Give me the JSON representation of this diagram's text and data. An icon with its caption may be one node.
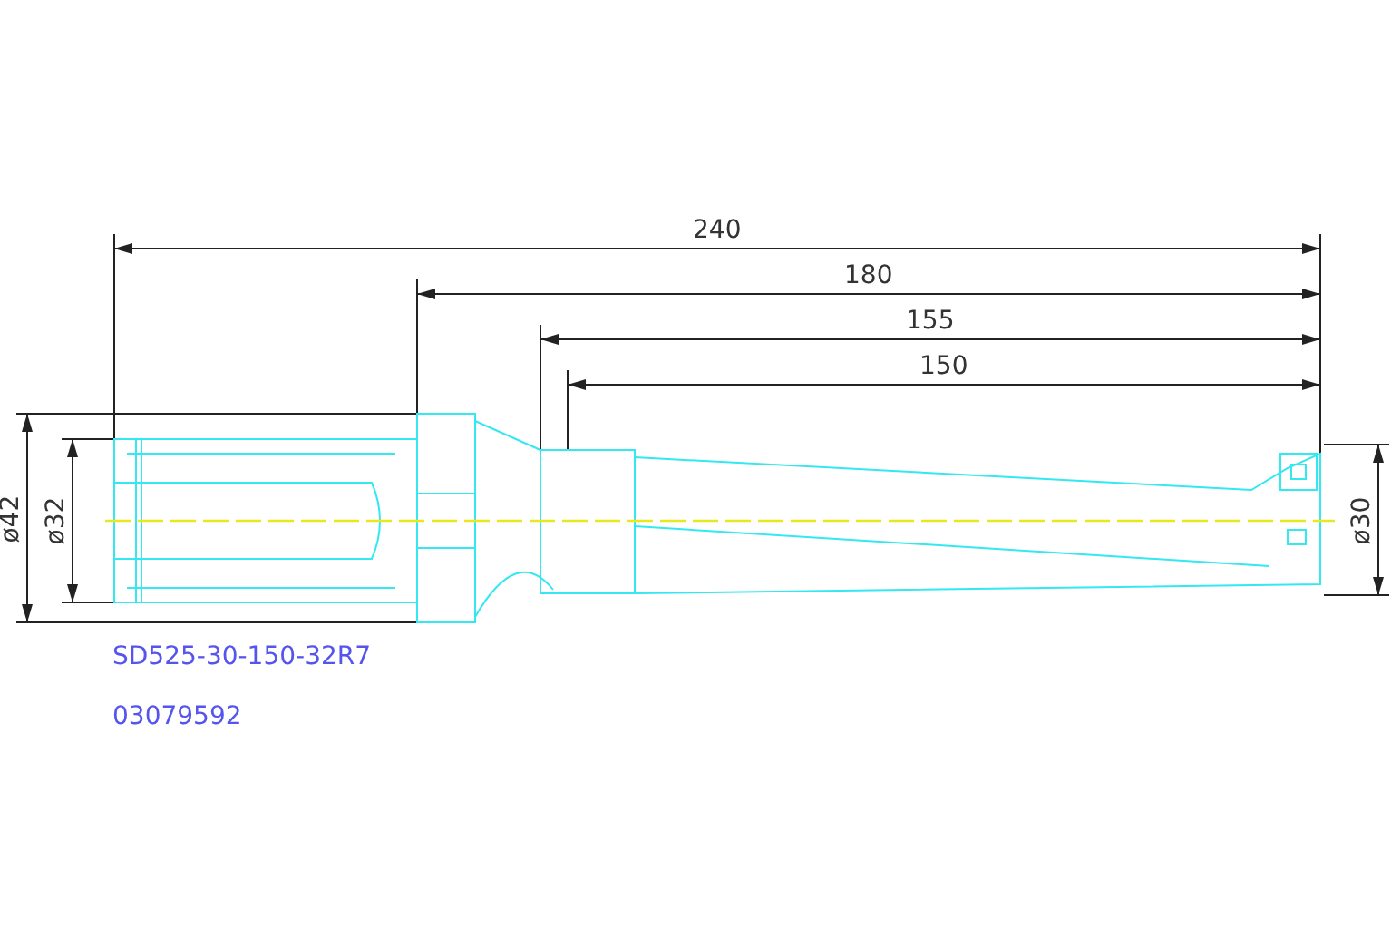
{
  "diagram": {
    "labels": [
      "240",
      "180",
      "155",
      "150",
      "ø42",
      "ø32",
      "ø30",
      "SD525-30-150-32R7",
      "03079592"
    ]
  }
}
